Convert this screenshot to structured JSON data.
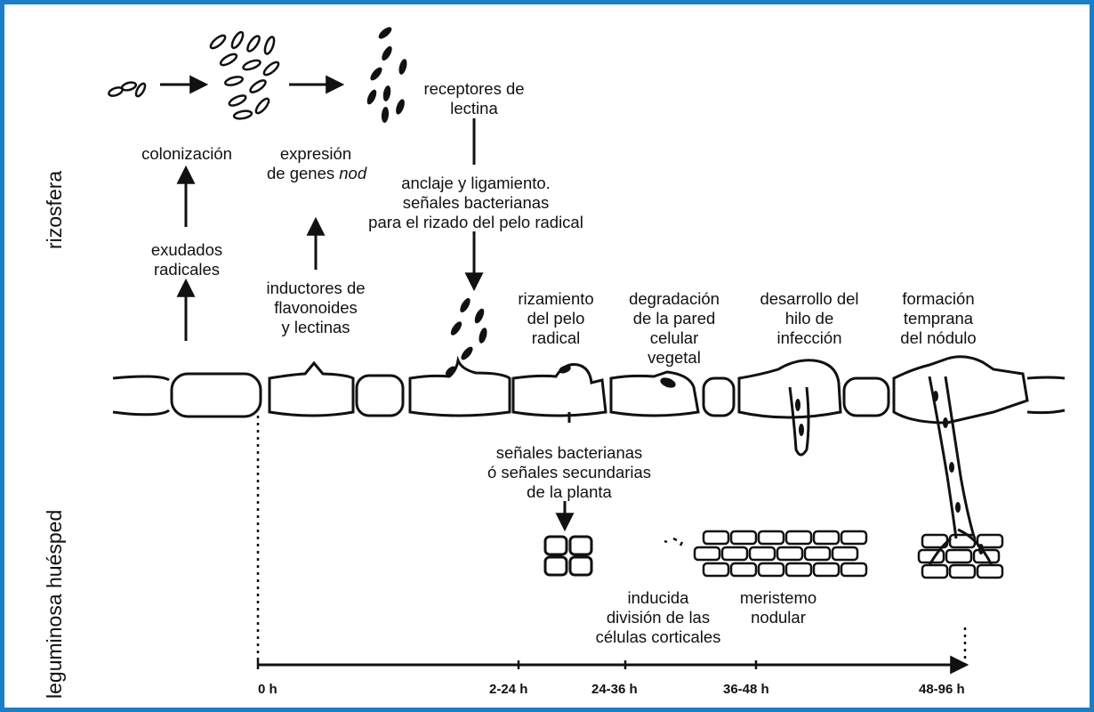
{
  "side_labels": {
    "top": "rizosfera",
    "bottom": "leguminosa huésped"
  },
  "labels": {
    "receptores": [
      "receptores de",
      "lectina"
    ],
    "colonizacion": "colonización",
    "expresion_l1": "expresión",
    "expresion_l2": "de genes",
    "expresion_l2_italic": "nod",
    "anclaje": [
      "anclaje y ligamiento.",
      "señales bacterianas",
      "para el rizado del pelo radical"
    ],
    "exudados": [
      "exudados",
      "radicales"
    ],
    "inductores": [
      "inductores de",
      "flavonoides",
      "y lectinas"
    ],
    "rizamiento": [
      "rizamiento",
      "del pelo",
      "radical"
    ],
    "degradacion": [
      "degradación",
      "de la pared",
      "celular",
      "vegetal"
    ],
    "desarrollo": [
      "desarrollo del",
      "hilo de",
      "infección"
    ],
    "formacion": [
      "formación",
      "temprana",
      "del nódulo"
    ],
    "senales": [
      "señales bacterianas",
      "ó señales secundarias",
      "de la planta"
    ],
    "inducida": [
      "inducida",
      "división de las",
      "células corticales"
    ],
    "meristemo": [
      "meristemo",
      "nodular"
    ]
  },
  "timeline": {
    "ticks": [
      "0 h",
      "2-24 h",
      "24-36 h",
      "36-48 h",
      "48-96 h"
    ]
  },
  "colors": {
    "frame": "#1a7dc8",
    "ink": "#111111"
  }
}
